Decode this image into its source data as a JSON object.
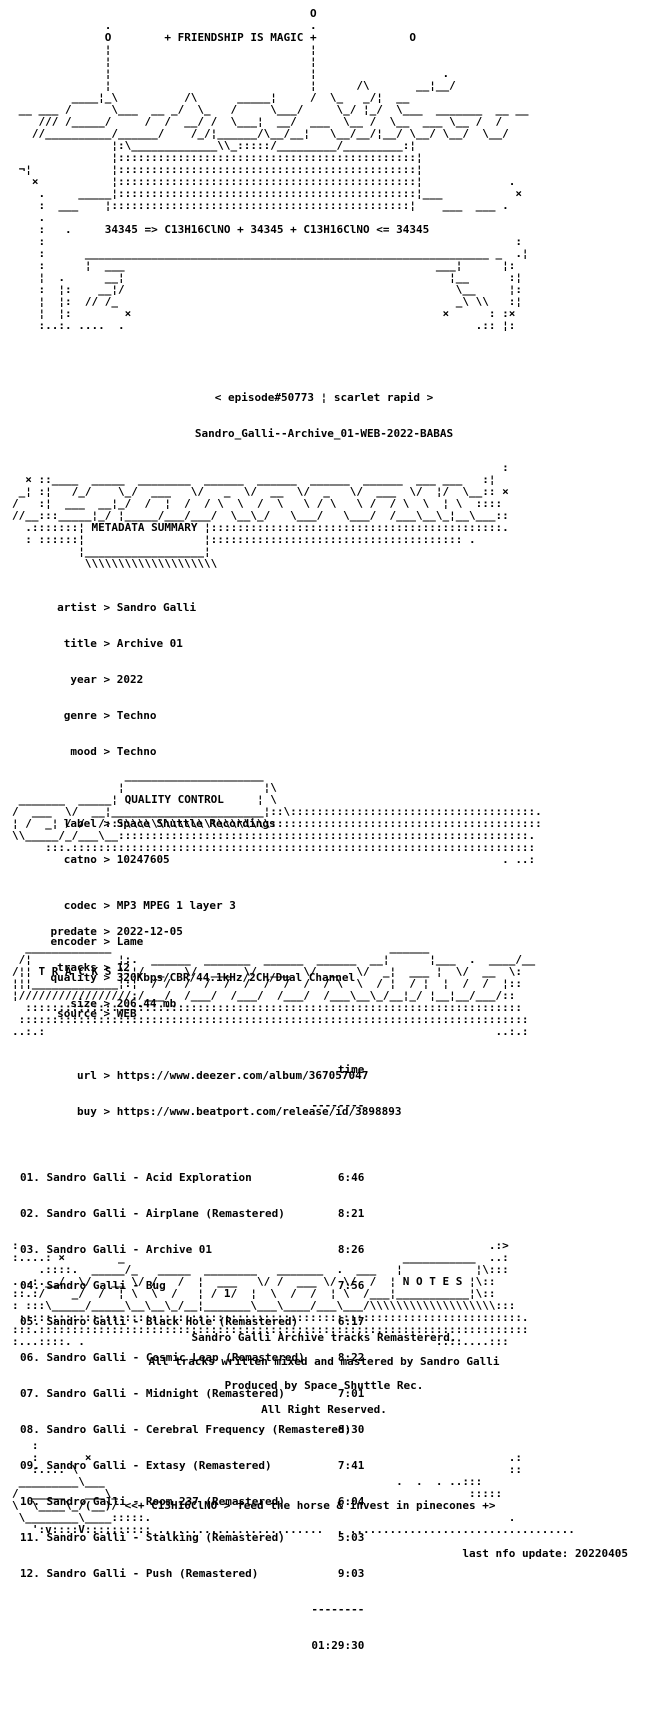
{
  "header": {
    "tagline": "+ FRIENDSHIP IS MAGIC +",
    "formula": "34345 => C13H16ClNO + 34345 + C13H16ClNO <= 34345",
    "episode": "< episode#50773 ¦ scarlet rapid >",
    "release_name": "Sandro_Galli--Archive_01-WEB-2022-BABAS"
  },
  "sections": {
    "metadata": "METADATA SUMMARY",
    "quality": "QUALITY CONTROL",
    "tracks": "T R A C K S",
    "notes": "N O T E S"
  },
  "metadata": {
    "artist": {
      "key": "artist",
      "value": "Sandro Galli"
    },
    "title": {
      "key": "title",
      "value": "Archive 01"
    },
    "year": {
      "key": "year",
      "value": "2022"
    },
    "genre": {
      "key": "genre",
      "value": "Techno"
    },
    "mood": {
      "key": "mood",
      "value": "Techno"
    },
    "label": {
      "key": "label",
      "value": "Space Shuttle Recordings"
    },
    "catno": {
      "key": "catno",
      "value": "10247605"
    },
    "predate": {
      "key": "predate",
      "value": "2022-12-05"
    },
    "tracks": {
      "key": "tracks",
      "value": "12"
    },
    "size": {
      "key": "size",
      "value": "206.44 mb"
    },
    "url": {
      "key": "url",
      "value": "https://www.deezer.com/album/367057047"
    },
    "buy": {
      "key": "buy",
      "value": "https://www.beatport.com/release/id/3898893"
    }
  },
  "quality": {
    "codec": {
      "key": "codec",
      "value": "MP3 MPEG 1 layer 3"
    },
    "encoder": {
      "key": "encoder",
      "value": "Lame"
    },
    "quality": {
      "key": "quality",
      "value": "320Kbps/CBR/44.1kHz/2CH/Dual Channel"
    },
    "source": {
      "key": "source",
      "value": "WEB"
    }
  },
  "tracklist": {
    "time_header": "time",
    "rule": "--------",
    "total": "01:29:30",
    "items": [
      {
        "title": "01. Sandro Galli - Acid Exploration",
        "time": "6:46"
      },
      {
        "title": "02. Sandro Galli - Airplane (Remastered)",
        "time": "8:21"
      },
      {
        "title": "03. Sandro Galli - Archive 01",
        "time": "8:26"
      },
      {
        "title": "04. Sandro Galli - Bug",
        "time": "7:56"
      },
      {
        "title": "05. Sandro Galli - Black Hole (Remastered)",
        "time": "6:17"
      },
      {
        "title": "06. Sandro Galli - Cosmic Leap (Remastered)",
        "time": "8:22"
      },
      {
        "title": "07. Sandro Galli - Midnight (Remastered)",
        "time": "7:01"
      },
      {
        "title": "08. Sandro Galli - Cerebral Frequency (Remastered)",
        "time": "8:30"
      },
      {
        "title": "09. Sandro Galli - Extasy (Remastered)",
        "time": "7:41"
      },
      {
        "title": "10. Sandro Galli - Room 237 (Remastered)",
        "time": "6:04"
      },
      {
        "title": "11. Sandro Galli - Stalking (Remastered)",
        "time": "5:03"
      },
      {
        "title": "12. Sandro Galli - Push (Remastered)",
        "time": "9:03"
      }
    ]
  },
  "notes": [
    "Sandro Galli Archive tracks Remastererd.",
    "All tracks written mixed and mastered by Sandro Galli",
    "Produced by Space Shuttle Rec.",
    "All Right Reserved."
  ],
  "footer": {
    "slogan": "<<+ C13H16ClNO > feed the horse & invest in pinecones +>",
    "last_update": "last nfo update: 20220405"
  }
}
